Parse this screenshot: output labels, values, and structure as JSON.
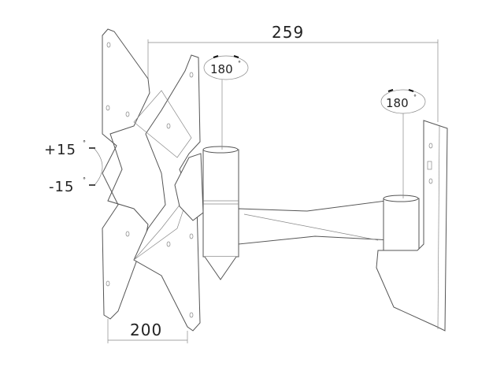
{
  "dimensions": {
    "width_label": "259",
    "vesa_label": "200"
  },
  "rotations": {
    "arm_rotation": "180",
    "wall_rotation": "180",
    "degree_symbol": "°"
  },
  "tilt": {
    "up": "+15",
    "down": "-15",
    "degree_symbol": "°"
  }
}
